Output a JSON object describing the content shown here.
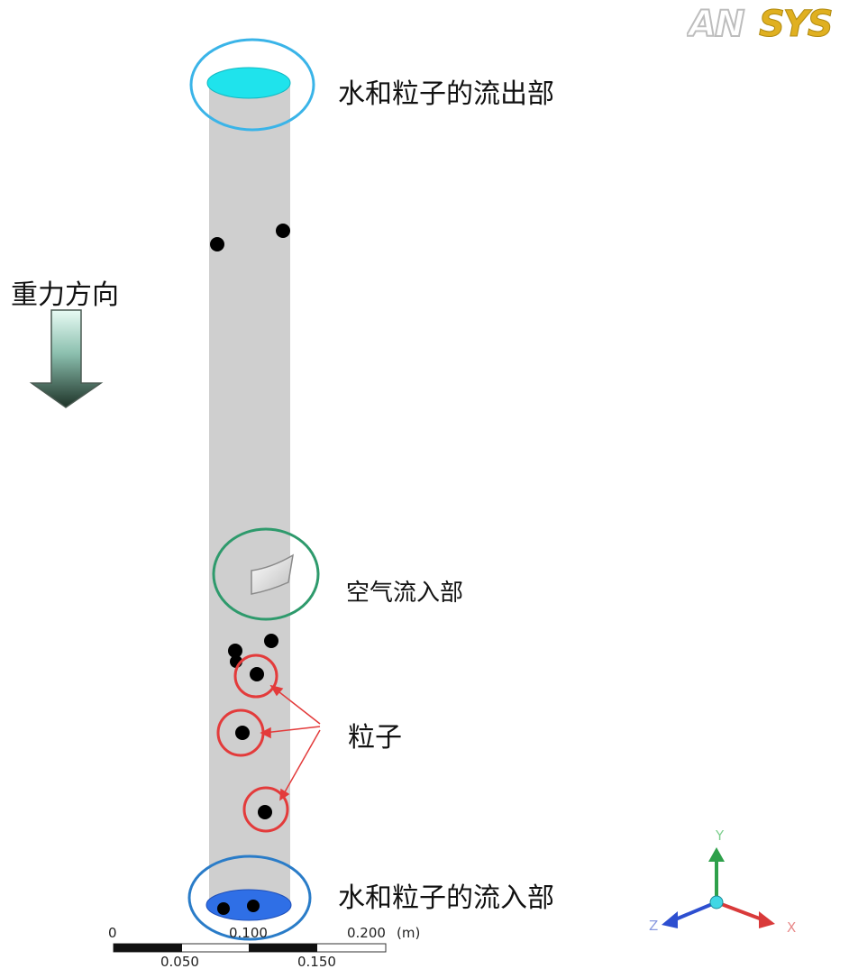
{
  "logo": {
    "text": "ANSYS"
  },
  "labels": {
    "outlet": "水和粒子的流出部",
    "gravity": "重力方向",
    "air_inlet": "空气流入部",
    "particles": "粒子",
    "inlet": "水和粒子的流入部"
  },
  "scale_bar": {
    "top_ticks": [
      "0",
      "0.100",
      "0.200"
    ],
    "unit": "(m)",
    "bottom_ticks": [
      "0.050",
      "0.150"
    ]
  },
  "axes": {
    "x": "X",
    "y": "Y",
    "z": "Z"
  },
  "colors": {
    "column": "#cfcfcf",
    "outlet_face": "#1fe3ec",
    "inlet_face": "#2f6fe6",
    "outlet_ring": "#3ab4e8",
    "air_ring": "#2e9a6c",
    "inlet_ring": "#2a7cc8",
    "particle_ring": "#e33b3b",
    "x_axis": "#d93a3a",
    "y_axis": "#2ea04a",
    "z_axis": "#2d4fd0",
    "logo_gray": "#bdbdbd",
    "logo_gold": "#e0b020"
  }
}
